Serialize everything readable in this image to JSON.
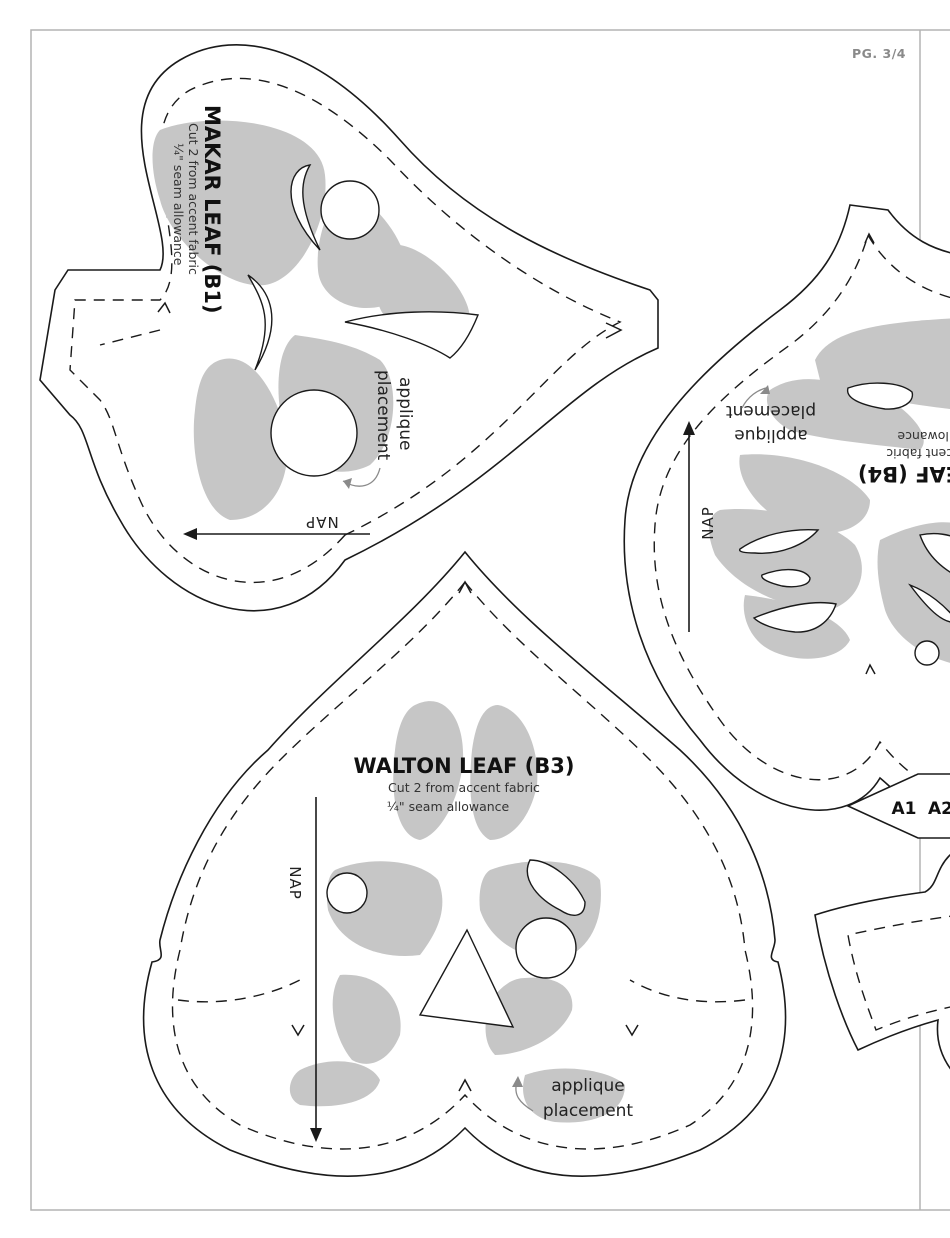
{
  "page_label": "PG. 3/4",
  "makar": {
    "title": "MAKAR LEAF (B1)",
    "cut": "Cut 2 from accent fabric",
    "seam": "¼\" seam allowance",
    "applique_1": "applique",
    "applique_2": "placement",
    "nap": "NAP"
  },
  "walton": {
    "title": "WALTON LEAF (B3)",
    "cut": "Cut 2 from accent fabric",
    "seam": "¼\" seam allowance",
    "applique_1": "applique",
    "applique_2": "placement",
    "nap": "NAP"
  },
  "b4": {
    "title": "EAF (B4)",
    "cut": "ccent fabric",
    "seam": "allowance",
    "applique_1": "applique",
    "applique_2": "placement",
    "nap": "NAP"
  },
  "tabs": {
    "a1": "A1",
    "a2": "A2"
  }
}
